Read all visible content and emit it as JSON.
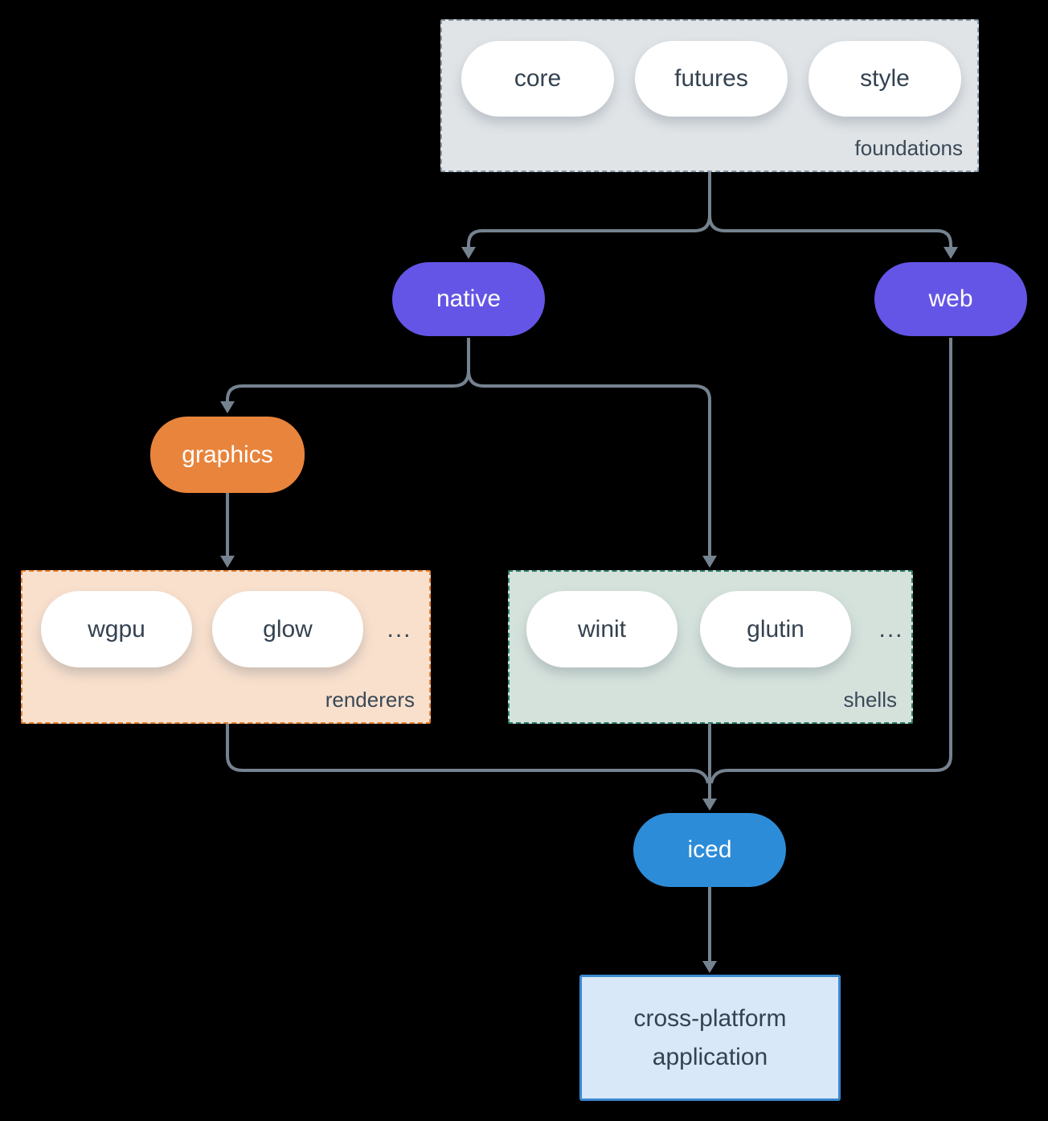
{
  "diagram": {
    "title": "iced crate ecosystem diagram",
    "background_color": "#000000",
    "arrow_color": "#75828F",
    "groups": {
      "foundations": {
        "label": "foundations",
        "items": [
          "core",
          "futures",
          "style"
        ],
        "fill": "#E0E4E7",
        "border": "#8A99A8"
      },
      "renderers": {
        "label": "renderers",
        "items": [
          "wgpu",
          "glow"
        ],
        "ellipsis": "...",
        "fill": "#F9E0CD",
        "border": "#E8822E"
      },
      "shells": {
        "label": "shells",
        "items": [
          "winit",
          "glutin"
        ],
        "ellipsis": "...",
        "fill": "#D5E2DC",
        "border": "#2E7D6D"
      }
    },
    "nodes": {
      "native": {
        "label": "native",
        "fill": "#6455E6"
      },
      "web": {
        "label": "web",
        "fill": "#6455E6"
      },
      "graphics": {
        "label": "graphics",
        "fill": "#E8843C"
      },
      "iced": {
        "label": "iced",
        "fill": "#2D8CD8"
      },
      "application": {
        "lines": [
          "cross-platform",
          "application"
        ],
        "fill": "#D8E8F8",
        "border": "#3A87D0"
      }
    },
    "edges": [
      "foundations -> native",
      "foundations -> web",
      "native -> graphics",
      "native -> shells",
      "graphics -> renderers",
      "renderers -> iced",
      "shells -> iced",
      "web -> iced",
      "iced -> application"
    ]
  }
}
